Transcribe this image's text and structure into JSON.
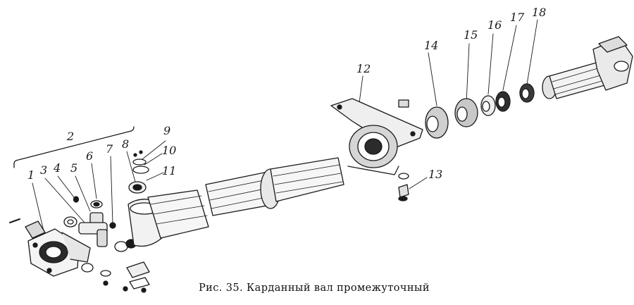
{
  "figure": {
    "caption": "Рис. 35. Карданный вал промежуточный"
  },
  "callouts": {
    "n1": "1",
    "n2": "2",
    "n3": "3",
    "n4": "4",
    "n5": "5",
    "n6": "6",
    "n7": "7",
    "n8": "8",
    "n9": "9",
    "n10": "10",
    "n11": "11",
    "n12": "12",
    "n13": "13",
    "n14": "14",
    "n15": "15",
    "n16": "16",
    "n17": "17",
    "n18": "18"
  },
  "colors": {
    "ink": "#1a1a1a",
    "paper": "#ffffff"
  }
}
